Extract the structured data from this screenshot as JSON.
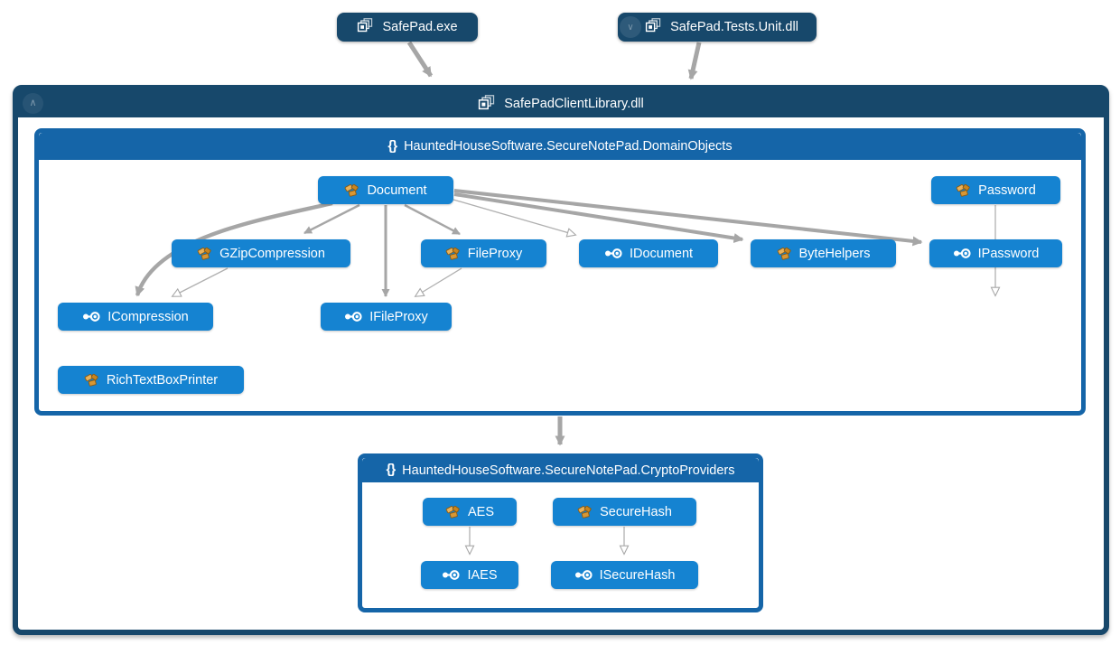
{
  "colors": {
    "assembly_node": "#17486B",
    "group_header": "#1565A8",
    "type_node": "#1583D1",
    "arrow_gray": "#A6A6A6",
    "canvas": "#FFFFFF"
  },
  "icons": {
    "assembly-icon": "stacked overlapping squares",
    "namespace-icon": "{}",
    "class-icon": "orange scattered bricks",
    "interface-icon": "white lollipop circles",
    "collapse-chevron": "^"
  },
  "top_nodes": {
    "safepad_exe": {
      "label": "SafePad.exe"
    },
    "safepad_tests": {
      "label": "SafePad.Tests.Unit.dll"
    }
  },
  "container": {
    "title": "SafePadClientLibrary.dll",
    "collapse_glyph": "∧"
  },
  "groups": {
    "domain_objects": {
      "title": "HauntedHouseSoftware.SecureNotePad.DomainObjects",
      "ns_glyph": "{}"
    },
    "crypto_providers": {
      "title": "HauntedHouseSoftware.SecureNotePad.CryptoProviders",
      "ns_glyph": "{}"
    }
  },
  "nodes": {
    "document": {
      "label": "Document",
      "kind": "class"
    },
    "password": {
      "label": "Password",
      "kind": "class"
    },
    "gzipcompression": {
      "label": "GZipCompression",
      "kind": "class"
    },
    "fileproxy": {
      "label": "FileProxy",
      "kind": "class"
    },
    "idocument": {
      "label": "IDocument",
      "kind": "interface"
    },
    "bytehelpers": {
      "label": "ByteHelpers",
      "kind": "class"
    },
    "ipassword": {
      "label": "IPassword",
      "kind": "interface"
    },
    "icompression": {
      "label": "ICompression",
      "kind": "interface"
    },
    "ifileproxy": {
      "label": "IFileProxy",
      "kind": "interface"
    },
    "richtextboxprinter": {
      "label": "RichTextBoxPrinter",
      "kind": "class"
    },
    "aes": {
      "label": "AES",
      "kind": "class"
    },
    "securehash": {
      "label": "SecureHash",
      "kind": "class"
    },
    "iaes": {
      "label": "IAES",
      "kind": "interface"
    },
    "isecurehash": {
      "label": "ISecureHash",
      "kind": "interface"
    }
  },
  "edges": [
    {
      "from": "SafePad.exe",
      "to": "SafePadClientLibrary.dll",
      "style": "dependency-thick"
    },
    {
      "from": "SafePad.Tests.Unit.dll",
      "to": "SafePadClientLibrary.dll",
      "style": "dependency-thick"
    },
    {
      "from": "Document",
      "to": "GZipCompression",
      "style": "dependency"
    },
    {
      "from": "Document",
      "to": "ICompression",
      "style": "dependency-thick"
    },
    {
      "from": "GZipCompression",
      "to": "ICompression",
      "style": "inheritance"
    },
    {
      "from": "Document",
      "to": "IFileProxy",
      "style": "dependency"
    },
    {
      "from": "Document",
      "to": "FileProxy",
      "style": "dependency"
    },
    {
      "from": "FileProxy",
      "to": "IFileProxy",
      "style": "inheritance"
    },
    {
      "from": "Document",
      "to": "IDocument",
      "style": "inheritance"
    },
    {
      "from": "Document",
      "to": "ByteHelpers",
      "style": "dependency-thick"
    },
    {
      "from": "Document",
      "to": "IPassword",
      "style": "dependency-thick"
    },
    {
      "from": "Password",
      "to": "IPassword",
      "style": "inheritance"
    },
    {
      "from": "DomainObjects",
      "to": "CryptoProviders",
      "style": "dependency-thick"
    },
    {
      "from": "AES",
      "to": "IAES",
      "style": "inheritance"
    },
    {
      "from": "SecureHash",
      "to": "ISecureHash",
      "style": "inheritance"
    }
  ]
}
